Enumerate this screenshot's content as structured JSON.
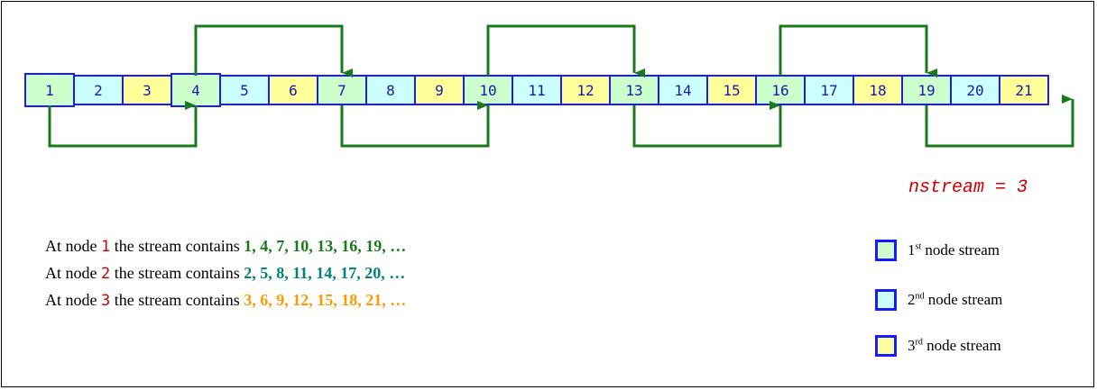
{
  "colors": {
    "stream1": "#ccffcc",
    "stream2": "#ccffff",
    "stream3": "#ffff99",
    "cell_border": "#1a1aff",
    "cell_text": "#1a1aaa",
    "arrow": "#1a7a1a",
    "nstream": "#cc0000",
    "node_num": "#cc0000",
    "seq1": "#1a7a1a",
    "seq2": "#008080",
    "seq3": "#ff9900"
  },
  "cells": [
    {
      "label": "1",
      "stream": 1
    },
    {
      "label": "2",
      "stream": 2
    },
    {
      "label": "3",
      "stream": 3
    },
    {
      "label": "4",
      "stream": 1
    },
    {
      "label": "5",
      "stream": 2
    },
    {
      "label": "6",
      "stream": 3
    },
    {
      "label": "7",
      "stream": 1
    },
    {
      "label": "8",
      "stream": 2
    },
    {
      "label": "9",
      "stream": 3
    },
    {
      "label": "10",
      "stream": 1
    },
    {
      "label": "11",
      "stream": 2
    },
    {
      "label": "12",
      "stream": 3
    },
    {
      "label": "13",
      "stream": 1
    },
    {
      "label": "14",
      "stream": 2
    },
    {
      "label": "15",
      "stream": 3
    },
    {
      "label": "16",
      "stream": 1
    },
    {
      "label": "17",
      "stream": 2
    },
    {
      "label": "18",
      "stream": 3
    },
    {
      "label": "19",
      "stream": 1
    },
    {
      "label": "20",
      "stream": 2
    },
    {
      "label": "21",
      "stream": 3
    }
  ],
  "nstream_label": "nstream = 3",
  "statements": [
    {
      "prefix": "At node ",
      "node": "1",
      "middle": " the stream contains ",
      "sequence": "1, 4, 7, 10, 13, 16, 19, …"
    },
    {
      "prefix": "At node ",
      "node": "2",
      "middle": " the stream contains ",
      "sequence": "2, 5, 8, 11, 14, 17, 20, …"
    },
    {
      "prefix": "At node ",
      "node": "3",
      "middle": " the stream contains ",
      "sequence": "3, 6, 9, 12, 15, 18, 21, …"
    }
  ],
  "legend": [
    {
      "ordinal": "1",
      "suffix": "st",
      "text": " node stream",
      "stream": 1
    },
    {
      "ordinal": "2",
      "suffix": "nd",
      "text": " node stream",
      "stream": 2
    },
    {
      "ordinal": "3",
      "suffix": "rd",
      "text": " node stream",
      "stream": 3
    }
  ]
}
